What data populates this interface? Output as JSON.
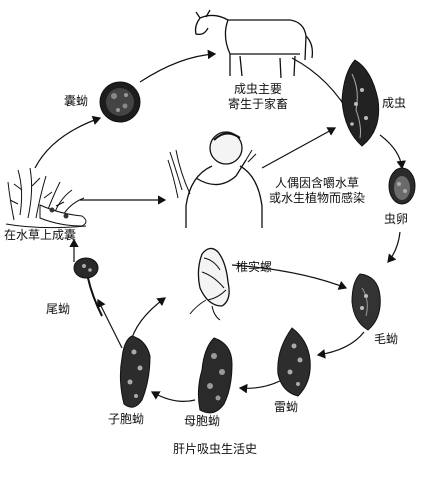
{
  "labels": {
    "cercaria_cyst": "囊蚴",
    "host_line1": "成虫主要",
    "host_line2": "寄生于家畜",
    "adult": "成虫",
    "human_line1": "人偶因含嚼水草",
    "human_line2": "或水生植物而感染",
    "egg": "虫卵",
    "encyst_on_grass": "在水草上成囊",
    "snail": "椎实螺",
    "miracidium": "毛蚴",
    "cercaria": "尾蚴",
    "redia": "雷蚴",
    "daughter_sporocyst": "子胞蚴",
    "mother_sporocyst": "母胞蚴",
    "caption": "肝片吸虫生活史"
  }
}
